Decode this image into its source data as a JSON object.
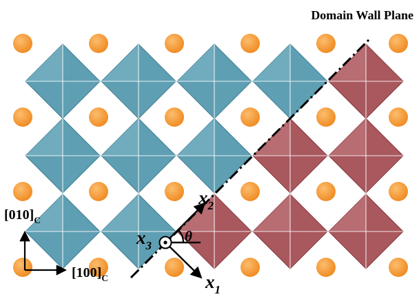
{
  "title": "Domain Wall Plane",
  "axis_x_label": "[100]",
  "axis_x_sub": "C",
  "axis_y_label": "[010]",
  "axis_y_sub": "C",
  "x1_label": "x",
  "x1_sub": "1",
  "x2_label": "x",
  "x2_sub": "2",
  "x3_label": "x",
  "x3_sub": "3",
  "angle_label": "θ",
  "colors": {
    "blue_fill": "#5f9fb3",
    "blue_fill_light": "#7db6c6",
    "blue_edge": "#3f7f93",
    "red_fill": "#a9585e",
    "red_fill_light": "#c27f84",
    "red_edge": "#873c43",
    "atom": "#f0891f",
    "atom_highlight": "#fbbd6e",
    "line": "#000000"
  },
  "icons": {
    "out_of_plane_axis": "circled-dot-icon",
    "in_plane_axes": "arrow-icon"
  }
}
